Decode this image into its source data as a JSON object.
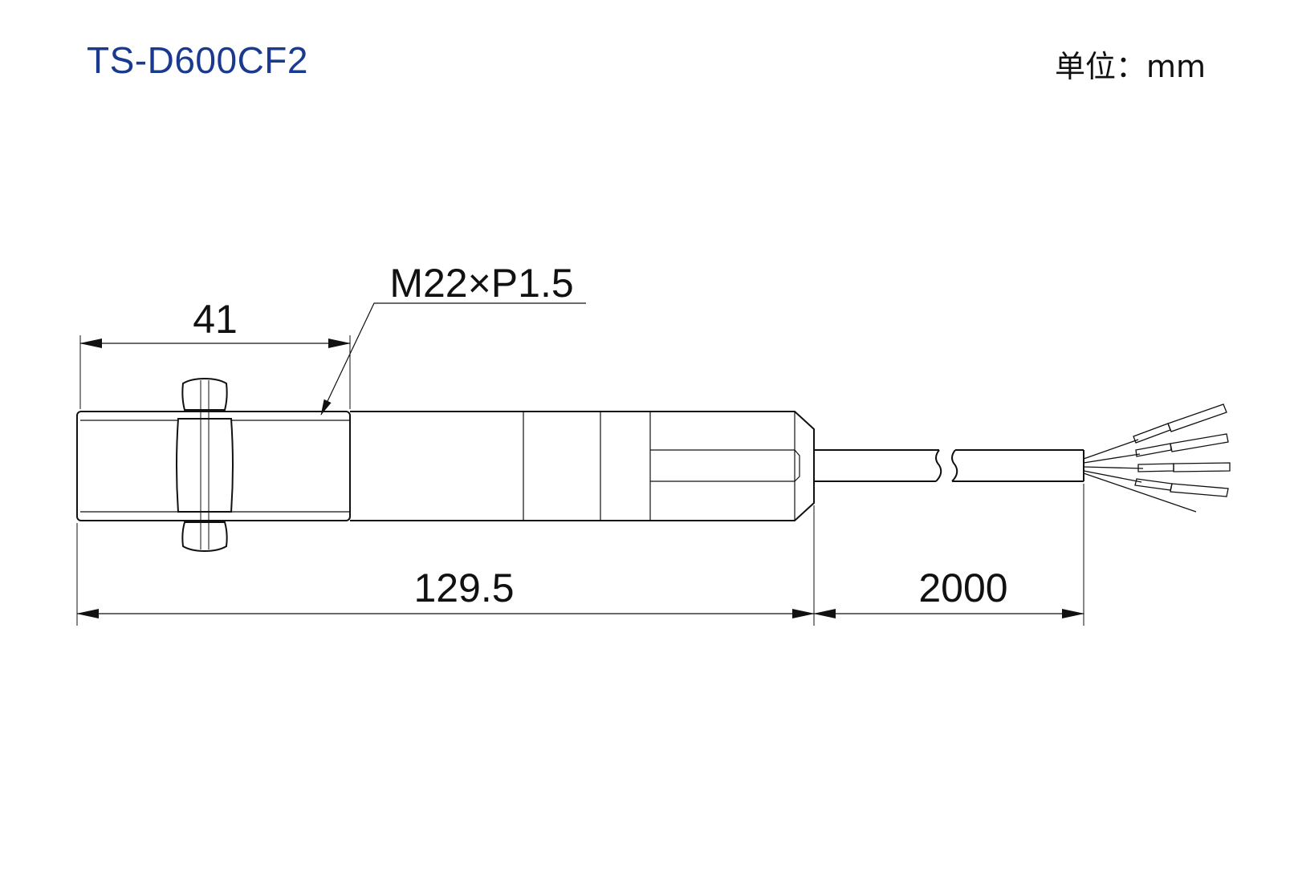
{
  "header": {
    "model": "TS-D600CF2",
    "unit_label": "单位：mm"
  },
  "dimensions": {
    "thread_spec": "M22×P1.5",
    "thread_length": "41",
    "body_length": "129.5",
    "cable_length": "2000"
  },
  "colors": {
    "title": "#1a3a8f",
    "line": "#111111"
  }
}
